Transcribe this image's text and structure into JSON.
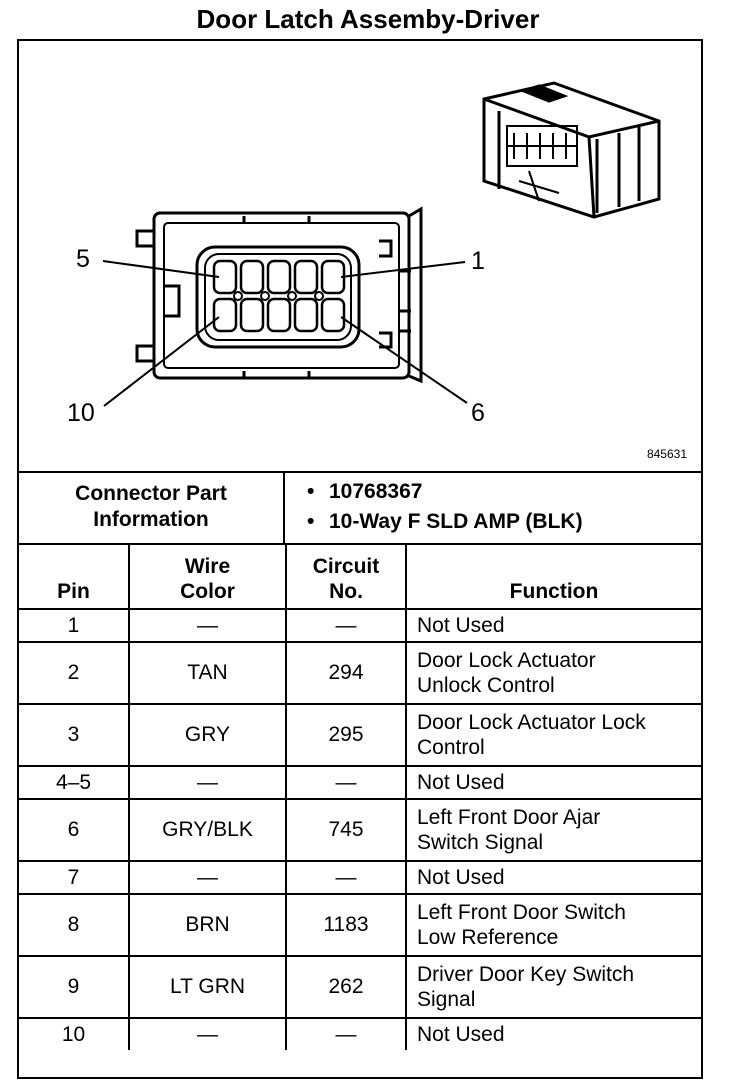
{
  "title": "Door Latch Assemby-Driver",
  "diagram": {
    "figure_number": "845631",
    "pin_labels": {
      "top_left": "5",
      "top_right": "1",
      "bottom_left": "10",
      "bottom_right": "6"
    }
  },
  "connector_info": {
    "label_line1": "Connector Part",
    "label_line2": "Information",
    "items": [
      "10768367",
      "10-Way F SLD AMP (BLK)"
    ]
  },
  "table": {
    "headers": {
      "pin": "Pin",
      "wire_color_line1": "Wire",
      "wire_color_line2": "Color",
      "circuit_line1": "Circuit",
      "circuit_line2": "No.",
      "function": "Function"
    },
    "rows": [
      {
        "pin": "1",
        "color": "—",
        "circuit": "—",
        "func1": "Not Used",
        "func2": ""
      },
      {
        "pin": "2",
        "color": "TAN",
        "circuit": "294",
        "func1": "Door Lock Actuator",
        "func2": "Unlock Control"
      },
      {
        "pin": "3",
        "color": "GRY",
        "circuit": "295",
        "func1": "Door Lock Actuator Lock",
        "func2": "Control"
      },
      {
        "pin": "4–5",
        "color": "—",
        "circuit": "—",
        "func1": "Not Used",
        "func2": ""
      },
      {
        "pin": "6",
        "color": "GRY/BLK",
        "circuit": "745",
        "func1": "Left Front Door Ajar",
        "func2": "Switch Signal"
      },
      {
        "pin": "7",
        "color": "—",
        "circuit": "—",
        "func1": "Not Used",
        "func2": ""
      },
      {
        "pin": "8",
        "color": "BRN",
        "circuit": "1183",
        "func1": "Left Front Door Switch",
        "func2": "Low Reference"
      },
      {
        "pin": "9",
        "color": "LT GRN",
        "circuit": "262",
        "func1": "Driver Door Key Switch",
        "func2": "Signal"
      },
      {
        "pin": "10",
        "color": "—",
        "circuit": "—",
        "func1": "Not Used",
        "func2": ""
      }
    ]
  }
}
